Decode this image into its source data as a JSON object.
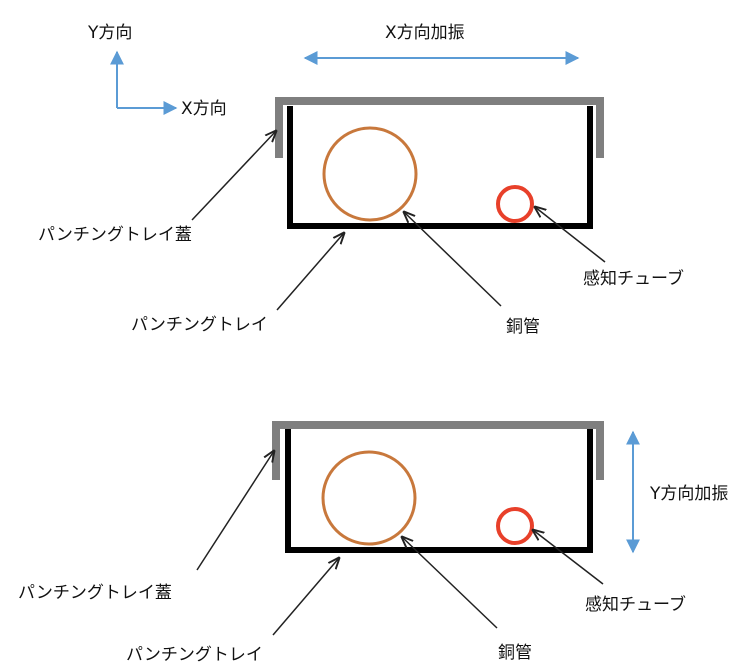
{
  "axis_legend": {
    "y_label": "Y方向",
    "x_label": "X方向"
  },
  "top_panel": {
    "vibration_label": "X方向加振",
    "lid_label": "パンチングトレイ蓋",
    "tray_label": "パンチングトレイ",
    "pipe_label": "銅管",
    "tube_label": "感知チューブ"
  },
  "bottom_panel": {
    "vibration_label": "Y方向加振",
    "lid_label": "パンチングトレイ蓋",
    "tray_label": "パンチングトレイ",
    "pipe_label": "銅管",
    "tube_label": "感知チューブ"
  },
  "colors": {
    "arrow_blue": "#5b9bd5",
    "lid_gray": "#7f7f7f",
    "tray_black": "#000000",
    "pipe_orange": "#c8783c",
    "tube_red": "#e8402a",
    "leader_line": "#222222"
  }
}
